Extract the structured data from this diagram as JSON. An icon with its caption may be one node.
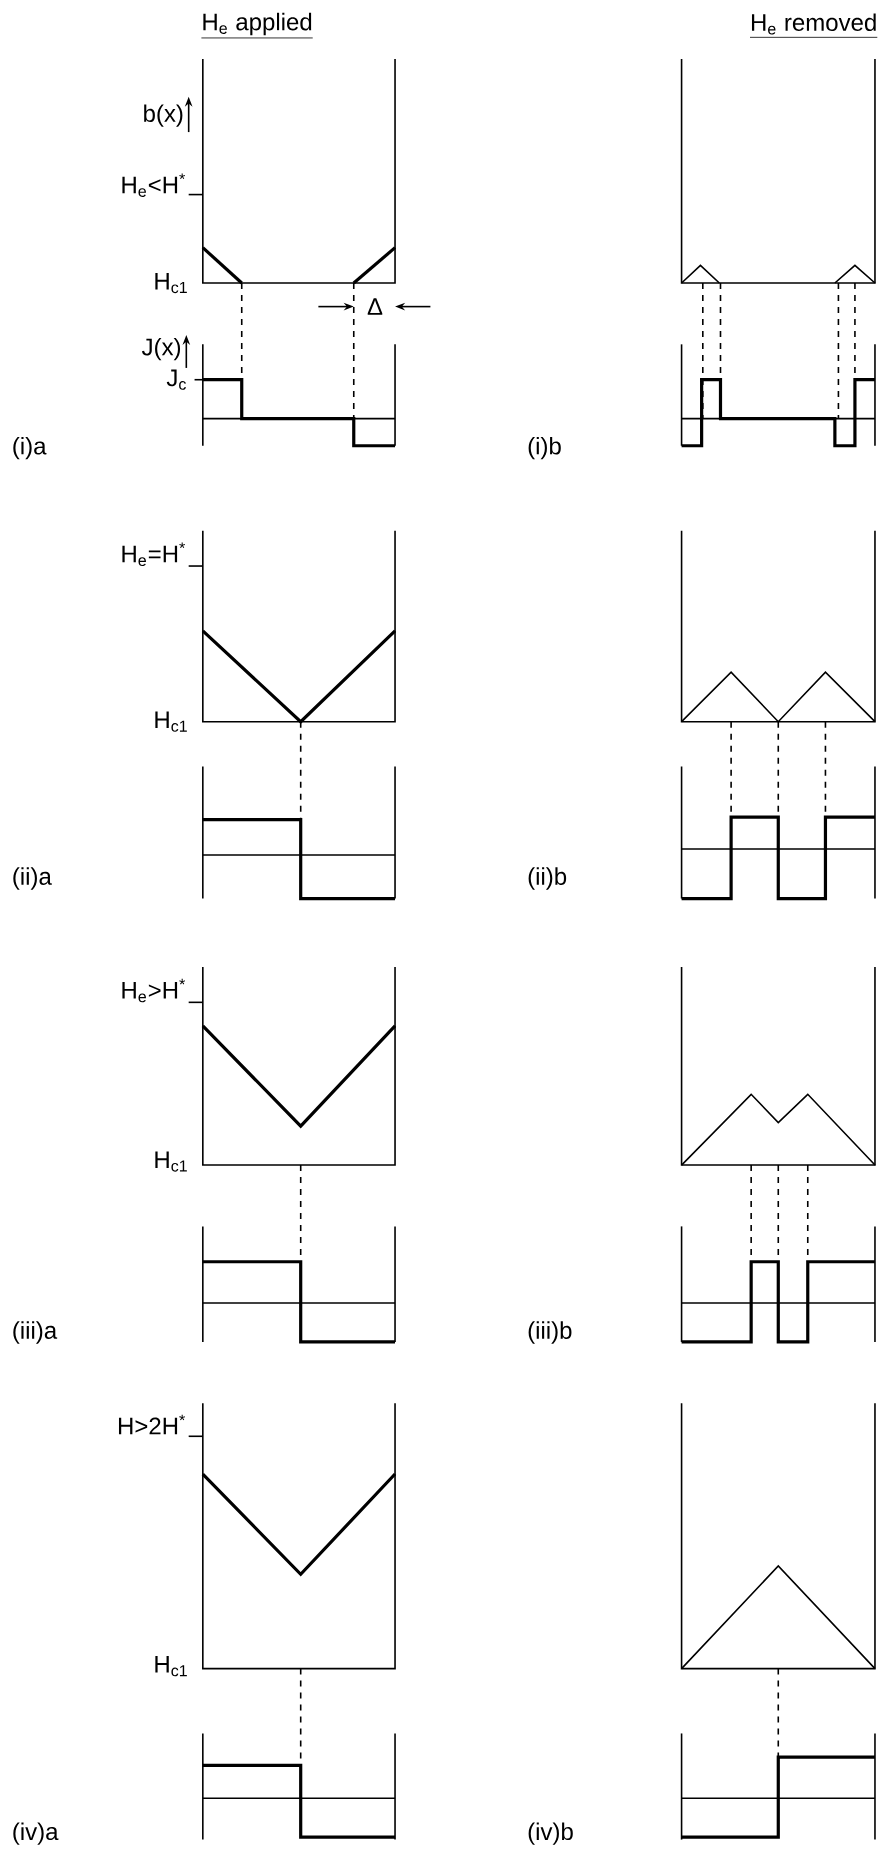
{
  "diagram": {
    "labels": [
      "H$_{e}$ applied",
      "H$_{e}$ removed",
      "b(x)",
      "H$_{e}$<H$^{*}$",
      "H$_{c1}$",
      "Δ",
      "J(x)",
      "J$_{c}$",
      "(i)a",
      "(i)b",
      "H$_{e}$=H$^{*}$",
      "H$_{c1}$",
      "(ii)a",
      "(ii)b",
      "H$_{e}$>H$^{*}$",
      "H$_{c1}$",
      "(iii)a",
      "(iii)b",
      "H>2H$^{*}$",
      "H$_{c1}$",
      "(iv)a",
      "(iv)b"
    ]
  }
}
